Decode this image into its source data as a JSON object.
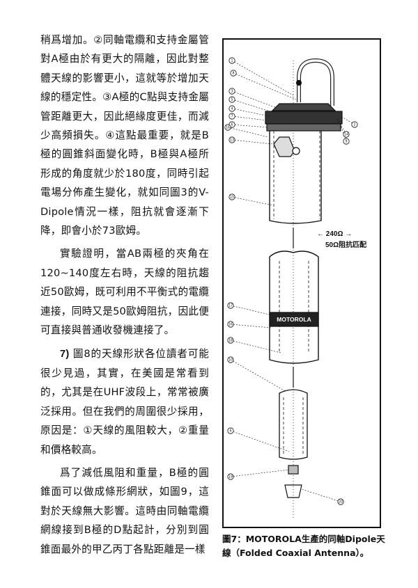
{
  "body": {
    "p1": "稍爲增加。②同軸電纜和支持金屬管對A極由於有更大的隔離，因此對整體天線的影響更小，這就等於增加天線的穩定性。③A極的C點與支持金屬管距離更大，因此絕緣度更佳，而減少高頻損失。④這點最重要，就是B極的圓錐斜面變化時，B極與A極所形成的角度就少於180度，同時引起電場分佈產生變化，就如同圖3的V-Dipole情況一樣，阻抗就會逐漸下降，即會小於73歐姆。",
    "p2": "實驗證明，當AB兩極的夾角在120~140度左右時，天線的阻抗趨近50歐姆，既可利用不平衡式的電纜連接，同時又是50歐姆阻抗，因此便可直接與普通收發機連接了。",
    "p3_num": "7)",
    "p3": " 圖8的天線形狀各位讀者可能很少見過，其實，在美國是常看到的，尤其是在UHF波段上，常常被廣泛採用。但在我們的周圍很少採用，原因是：①天線的風阻較大，②重量和價格較高。",
    "p4": "爲了減低風阻和重量，B極的圓錐面可以做成條形網狀，如圖9，這對於天線無大影響。這時由同軸電纜網線接到B極的D點起計，分別到圓錐面最外的甲乙丙丁各點距離是一樣"
  },
  "figure": {
    "annotation_impedance": "← 240Ω →",
    "annotation_match": "50Ω阻抗匹配",
    "brand_label": "MOTOROLA",
    "callouts": [
      "1",
      "8",
      "3",
      "5",
      "4",
      "7",
      "6",
      "16",
      "13",
      "14",
      "2",
      "9",
      "15",
      "17",
      "16",
      "18",
      "10",
      "6",
      "19",
      "20"
    ]
  },
  "caption": {
    "line1": "圖7：MOTOROLA生產的同軸Dipole天",
    "line2": "線（Folded Coaxial Antenna）。"
  }
}
